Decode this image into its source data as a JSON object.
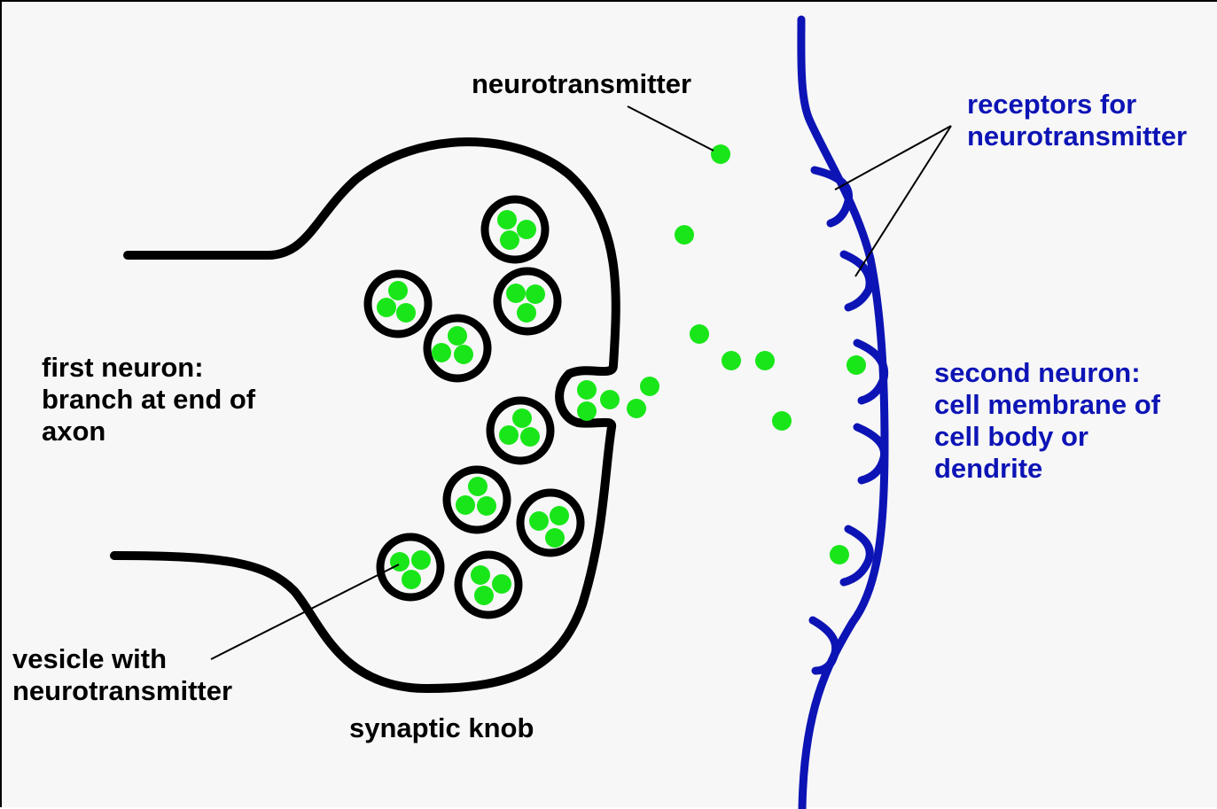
{
  "labels": {
    "neurotransmitter": "neurotransmitter",
    "receptors": [
      "receptors for",
      "neurotransmitter"
    ],
    "first_neuron": [
      "first neuron:",
      "branch at end of",
      "axon"
    ],
    "second_neuron": [
      "second neuron:",
      "cell membrane of",
      "cell body or",
      "dendrite"
    ],
    "vesicle": [
      "vesicle with",
      "neurotransmitter"
    ],
    "synaptic_knob": "synaptic knob"
  },
  "colors": {
    "outline": "#000000",
    "membrane": "#0d14b5",
    "neurotransmitter": "#19e619",
    "background": "#f7f7f7"
  }
}
